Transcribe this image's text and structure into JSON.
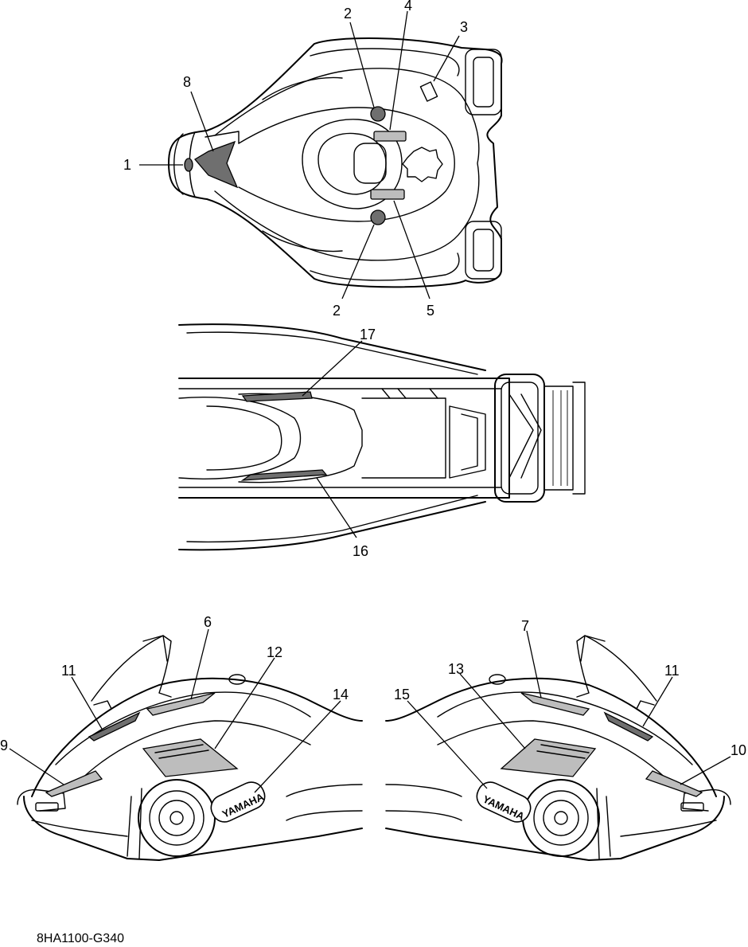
{
  "drawing_code": "8HA1100-G340",
  "callouts": {
    "c1": "1",
    "c2a": "2",
    "c2b": "2",
    "c3": "3",
    "c4": "4",
    "c5": "5",
    "c6": "6",
    "c7": "7",
    "c8": "8",
    "c9": "9",
    "c10": "10",
    "c11a": "11",
    "c11b": "11",
    "c12": "12",
    "c13": "13",
    "c14": "14",
    "c15": "15",
    "c16": "16",
    "c17": "17"
  },
  "logos": {
    "left": "YAMAHA",
    "right": "YAMAHA"
  }
}
